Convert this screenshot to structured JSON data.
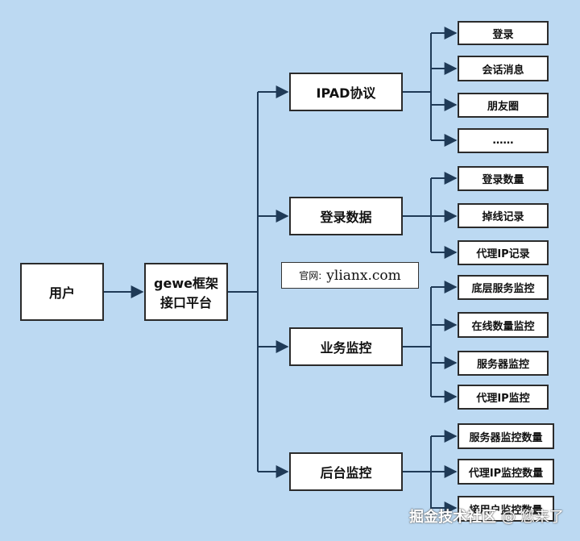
{
  "nodes": {
    "user": "用户",
    "platform_line1": "gewe框架",
    "platform_line2": "接口平台",
    "ipad": "IPAD协议",
    "login_data": "登录数据",
    "biz_monitor": "业务监控",
    "backend_monitor": "后台监控",
    "ipad_children": [
      "登录",
      "会话消息",
      "朋友圈",
      "……"
    ],
    "login_children": [
      "登录数量",
      "掉线记录",
      "代理IP记录"
    ],
    "biz_children": [
      "底层服务监控",
      "在线数量监控",
      "服务器监控",
      "代理IP监控"
    ],
    "backend_children": [
      "服务器监控数量",
      "代理IP监控数量",
      "接用户监控数量"
    ]
  },
  "site": {
    "label": "官网:",
    "url": "ylianx.com"
  },
  "watermark": {
    "text": "掘金技术社区",
    "handle": "@ 您来了"
  },
  "colors": {
    "background": "#bcd9f2",
    "line": "#1f3a57",
    "box_border": "#2b2b2b"
  }
}
